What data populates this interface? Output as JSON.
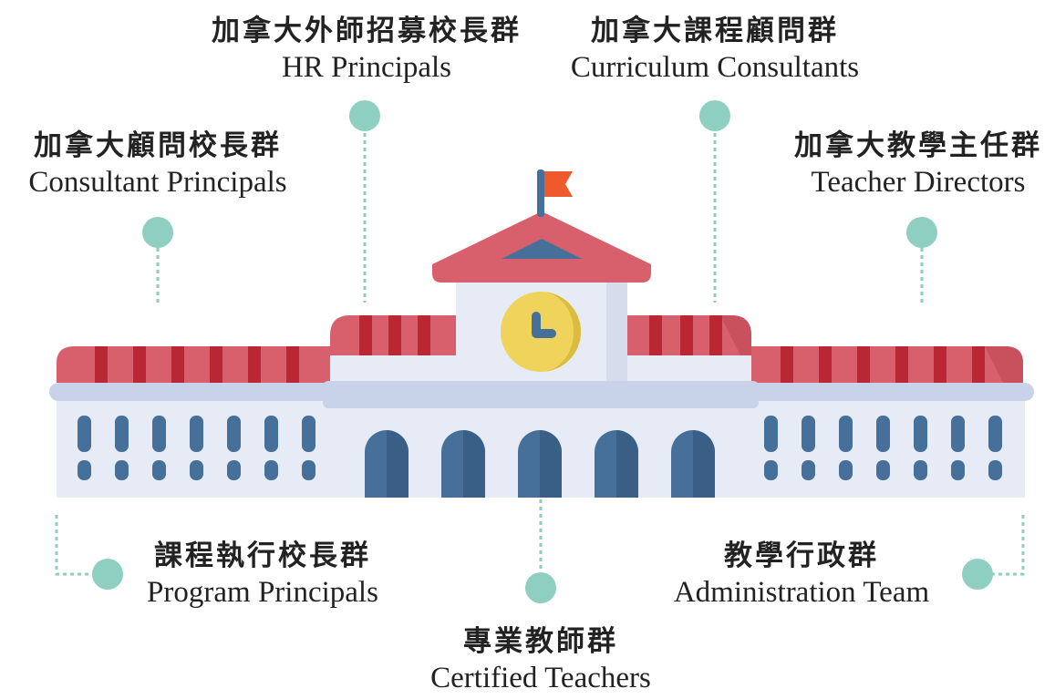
{
  "groups": [
    {
      "zh": "加拿大外師招募校長群",
      "en": "HR Principals"
    },
    {
      "zh": "加拿大課程顧問群",
      "en": "Curriculum Consultants"
    },
    {
      "zh": "加拿大顧問校長群",
      "en": "Consultant Principals"
    },
    {
      "zh": "加拿大教學主任群",
      "en": "Teacher Directors"
    },
    {
      "zh": "課程執行校長群",
      "en": "Program Principals"
    },
    {
      "zh": "教學行政群",
      "en": "Administration Team"
    },
    {
      "zh": "專業教師群",
      "en": "Certified Teachers"
    }
  ],
  "colors": {
    "marker": "#8ecfc2",
    "roof_red": "#d8606c",
    "roof_stripe": "#b92735",
    "wall": "#e7ebf5",
    "ledge": "#c8d3ea",
    "window_blue": "#46709a",
    "clock_yellow": "#efd35a",
    "flag_orange": "#ef5a2c"
  }
}
